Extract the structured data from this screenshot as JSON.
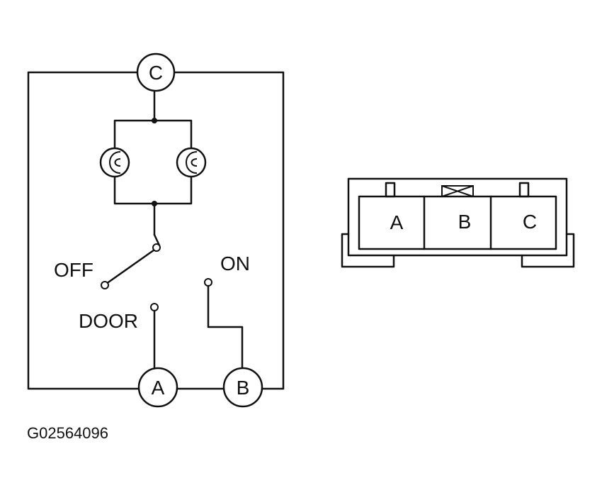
{
  "schematic": {
    "terminals": {
      "a": "A",
      "b": "B",
      "c": "C"
    },
    "positions": {
      "off": "OFF",
      "on": "ON",
      "door": "DOOR"
    }
  },
  "connector": {
    "pins": [
      "A",
      "B",
      "C"
    ]
  },
  "figure_code": "G02564096"
}
